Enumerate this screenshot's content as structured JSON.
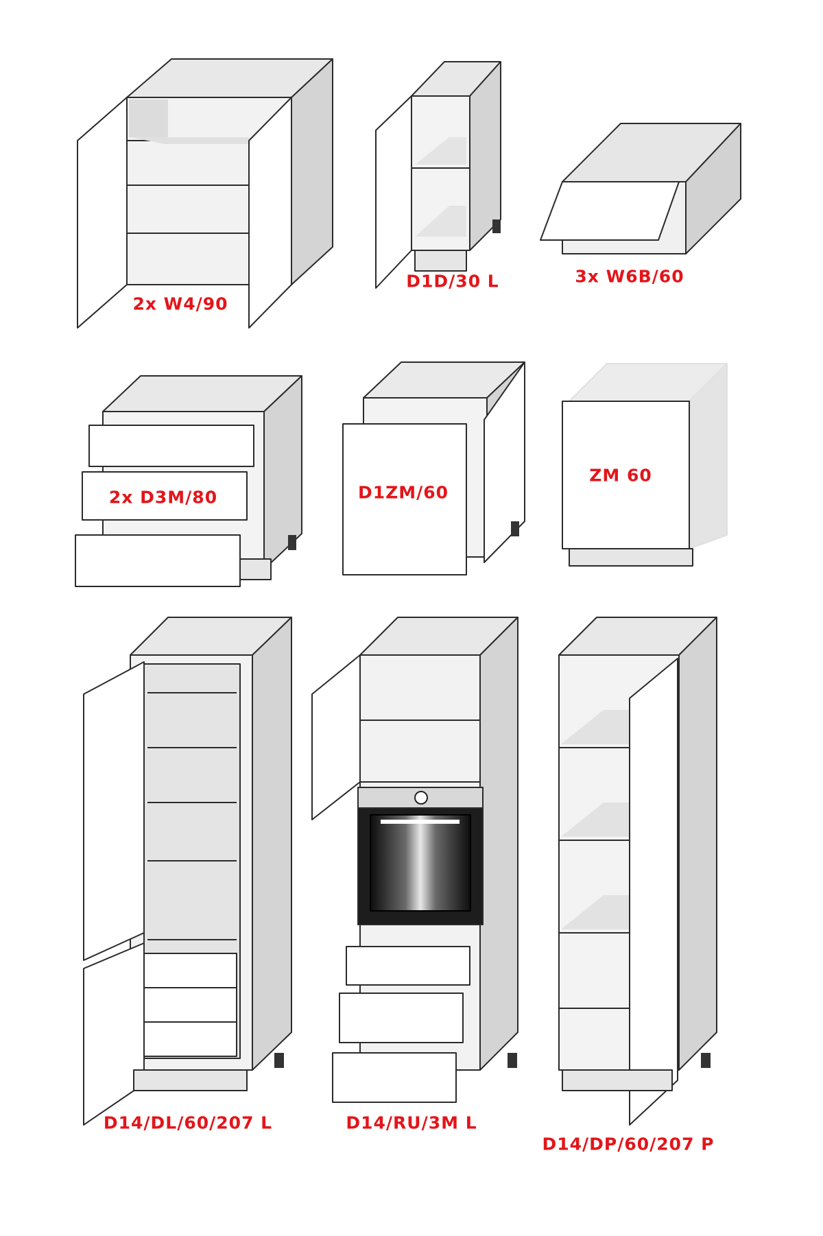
{
  "diagram": {
    "cabinets": [
      {
        "id": "w4-90",
        "label": "2x W4/90"
      },
      {
        "id": "d1d-30-l",
        "label": "D1D/30 L"
      },
      {
        "id": "w6b-60",
        "label": "3x W6B/60"
      },
      {
        "id": "d3m-80",
        "label": "2x D3M/80"
      },
      {
        "id": "d1zm-60",
        "label": "D1ZM/60"
      },
      {
        "id": "zm-60",
        "label": "ZM 60"
      },
      {
        "id": "d14-dl-60-207-l",
        "label": "D14/DL/60/207 L"
      },
      {
        "id": "d14-ru-3m-l",
        "label": "D14/RU/3M L"
      },
      {
        "id": "d14-dp-60-207-p",
        "label": "D14/DP/60/207 P"
      }
    ],
    "colors": {
      "label": "#e3151a",
      "line": "#2b2b2b",
      "panel_light": "#ffffff",
      "panel_mid": "#e9e9e9",
      "panel_dark": "#cfcfcf",
      "oven": "#1a1a1a"
    }
  }
}
